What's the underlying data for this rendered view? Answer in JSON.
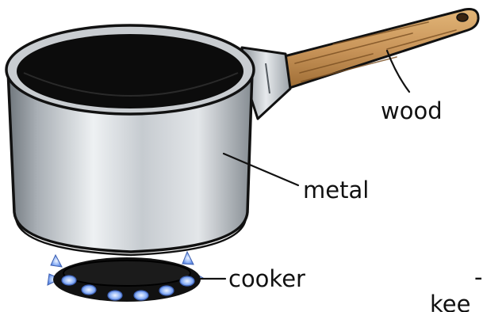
{
  "labels": {
    "wood": "wood",
    "metal": "metal",
    "cooker": "cooker"
  },
  "cut_off_text": {
    "right_edge_dash": "-",
    "bottom_partial": "kee"
  },
  "colors": {
    "outline": "#111111",
    "pan_body_light": "#e9ecee",
    "pan_body_mid": "#b9bec3",
    "pan_body_dark": "#7c8389",
    "pan_interior": "#0c0c0c",
    "handle_wood_light": "#d8a868",
    "handle_wood_dark": "#a8773c",
    "burner_dark": "#111111",
    "flame_blue": "#7ea6f2",
    "flame_light": "#d6e4ff"
  }
}
